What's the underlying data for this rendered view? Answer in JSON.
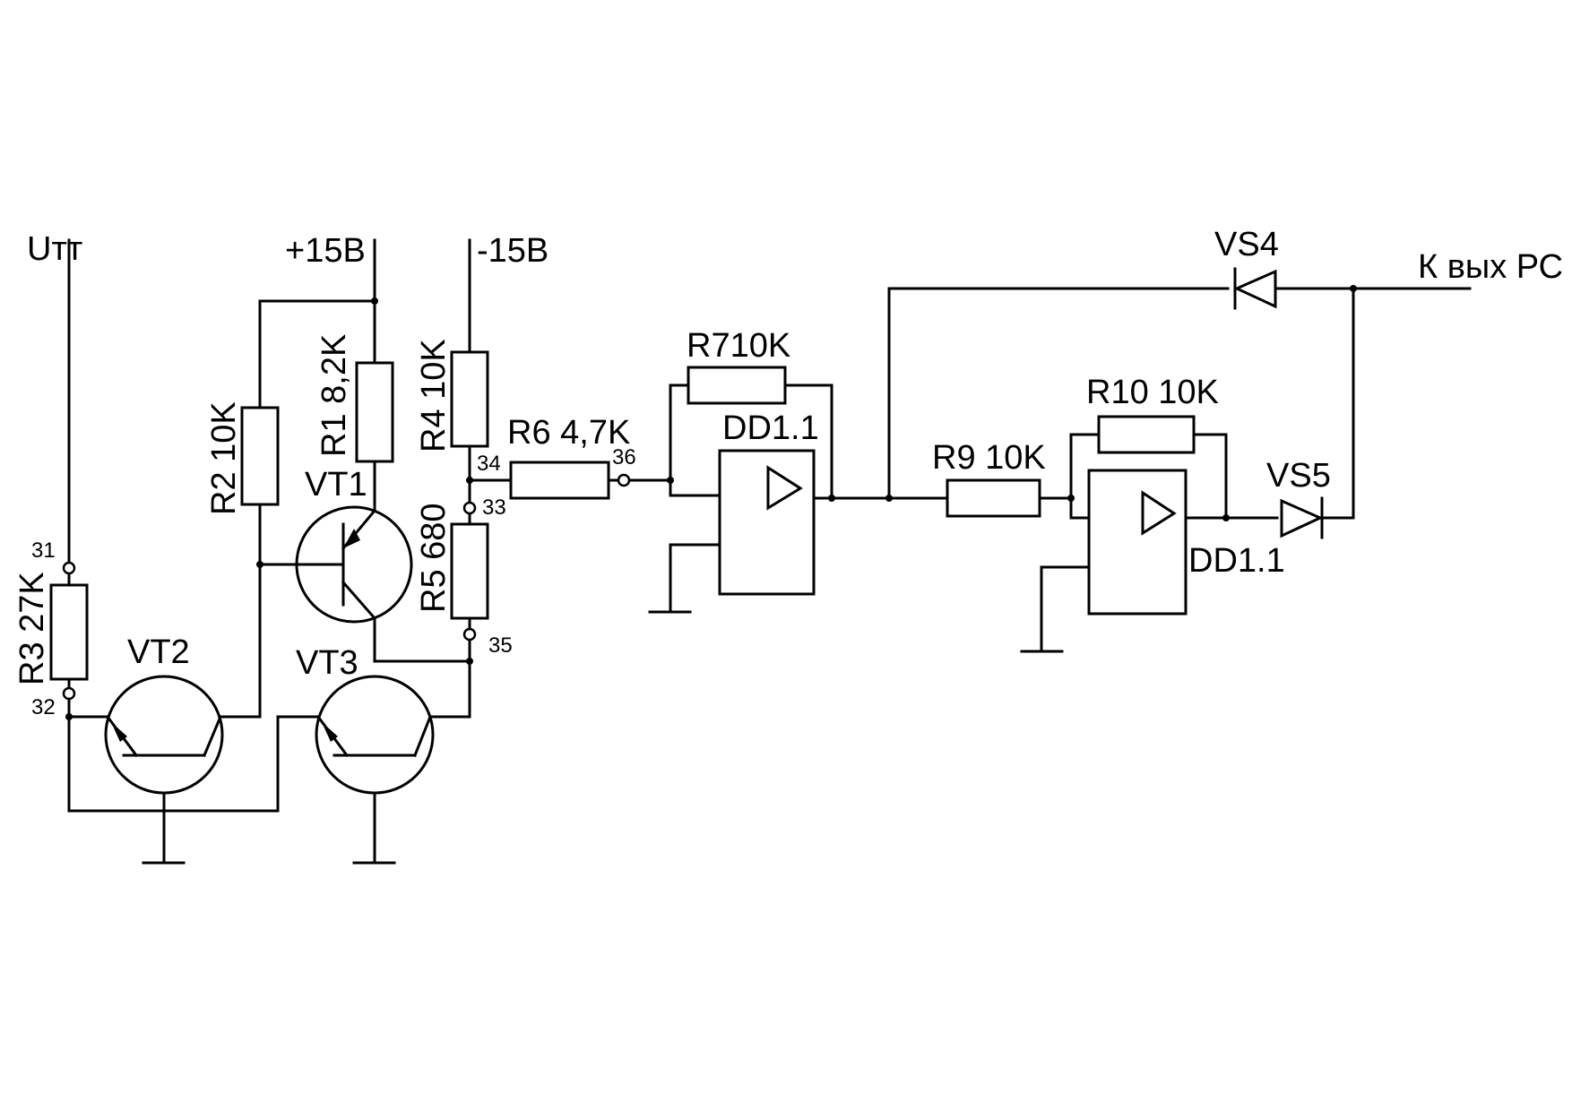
{
  "labels": {
    "utt": "Uтт",
    "plus15": "+15В",
    "minus15": "-15В",
    "r1": "R1 8,2K",
    "r2": "R2 10K",
    "r3": "R3 27K",
    "r4": "R4 10K",
    "r5": "R5  680",
    "r6": "R6 4,7K",
    "r7": "R710K",
    "r9": "R9 10K",
    "r10": "R10 10K",
    "vt1": "VT1",
    "vt2": "VT2",
    "vt3": "VT3",
    "dd1": "DD1.1",
    "dd2": "DD1.1",
    "vs4": "VS4",
    "vs5": "VS5",
    "out": "К вых РС"
  },
  "pins": {
    "p31": "31",
    "p32": "32",
    "p33": "33",
    "p34": "34",
    "p35": "35",
    "p36": "36"
  }
}
